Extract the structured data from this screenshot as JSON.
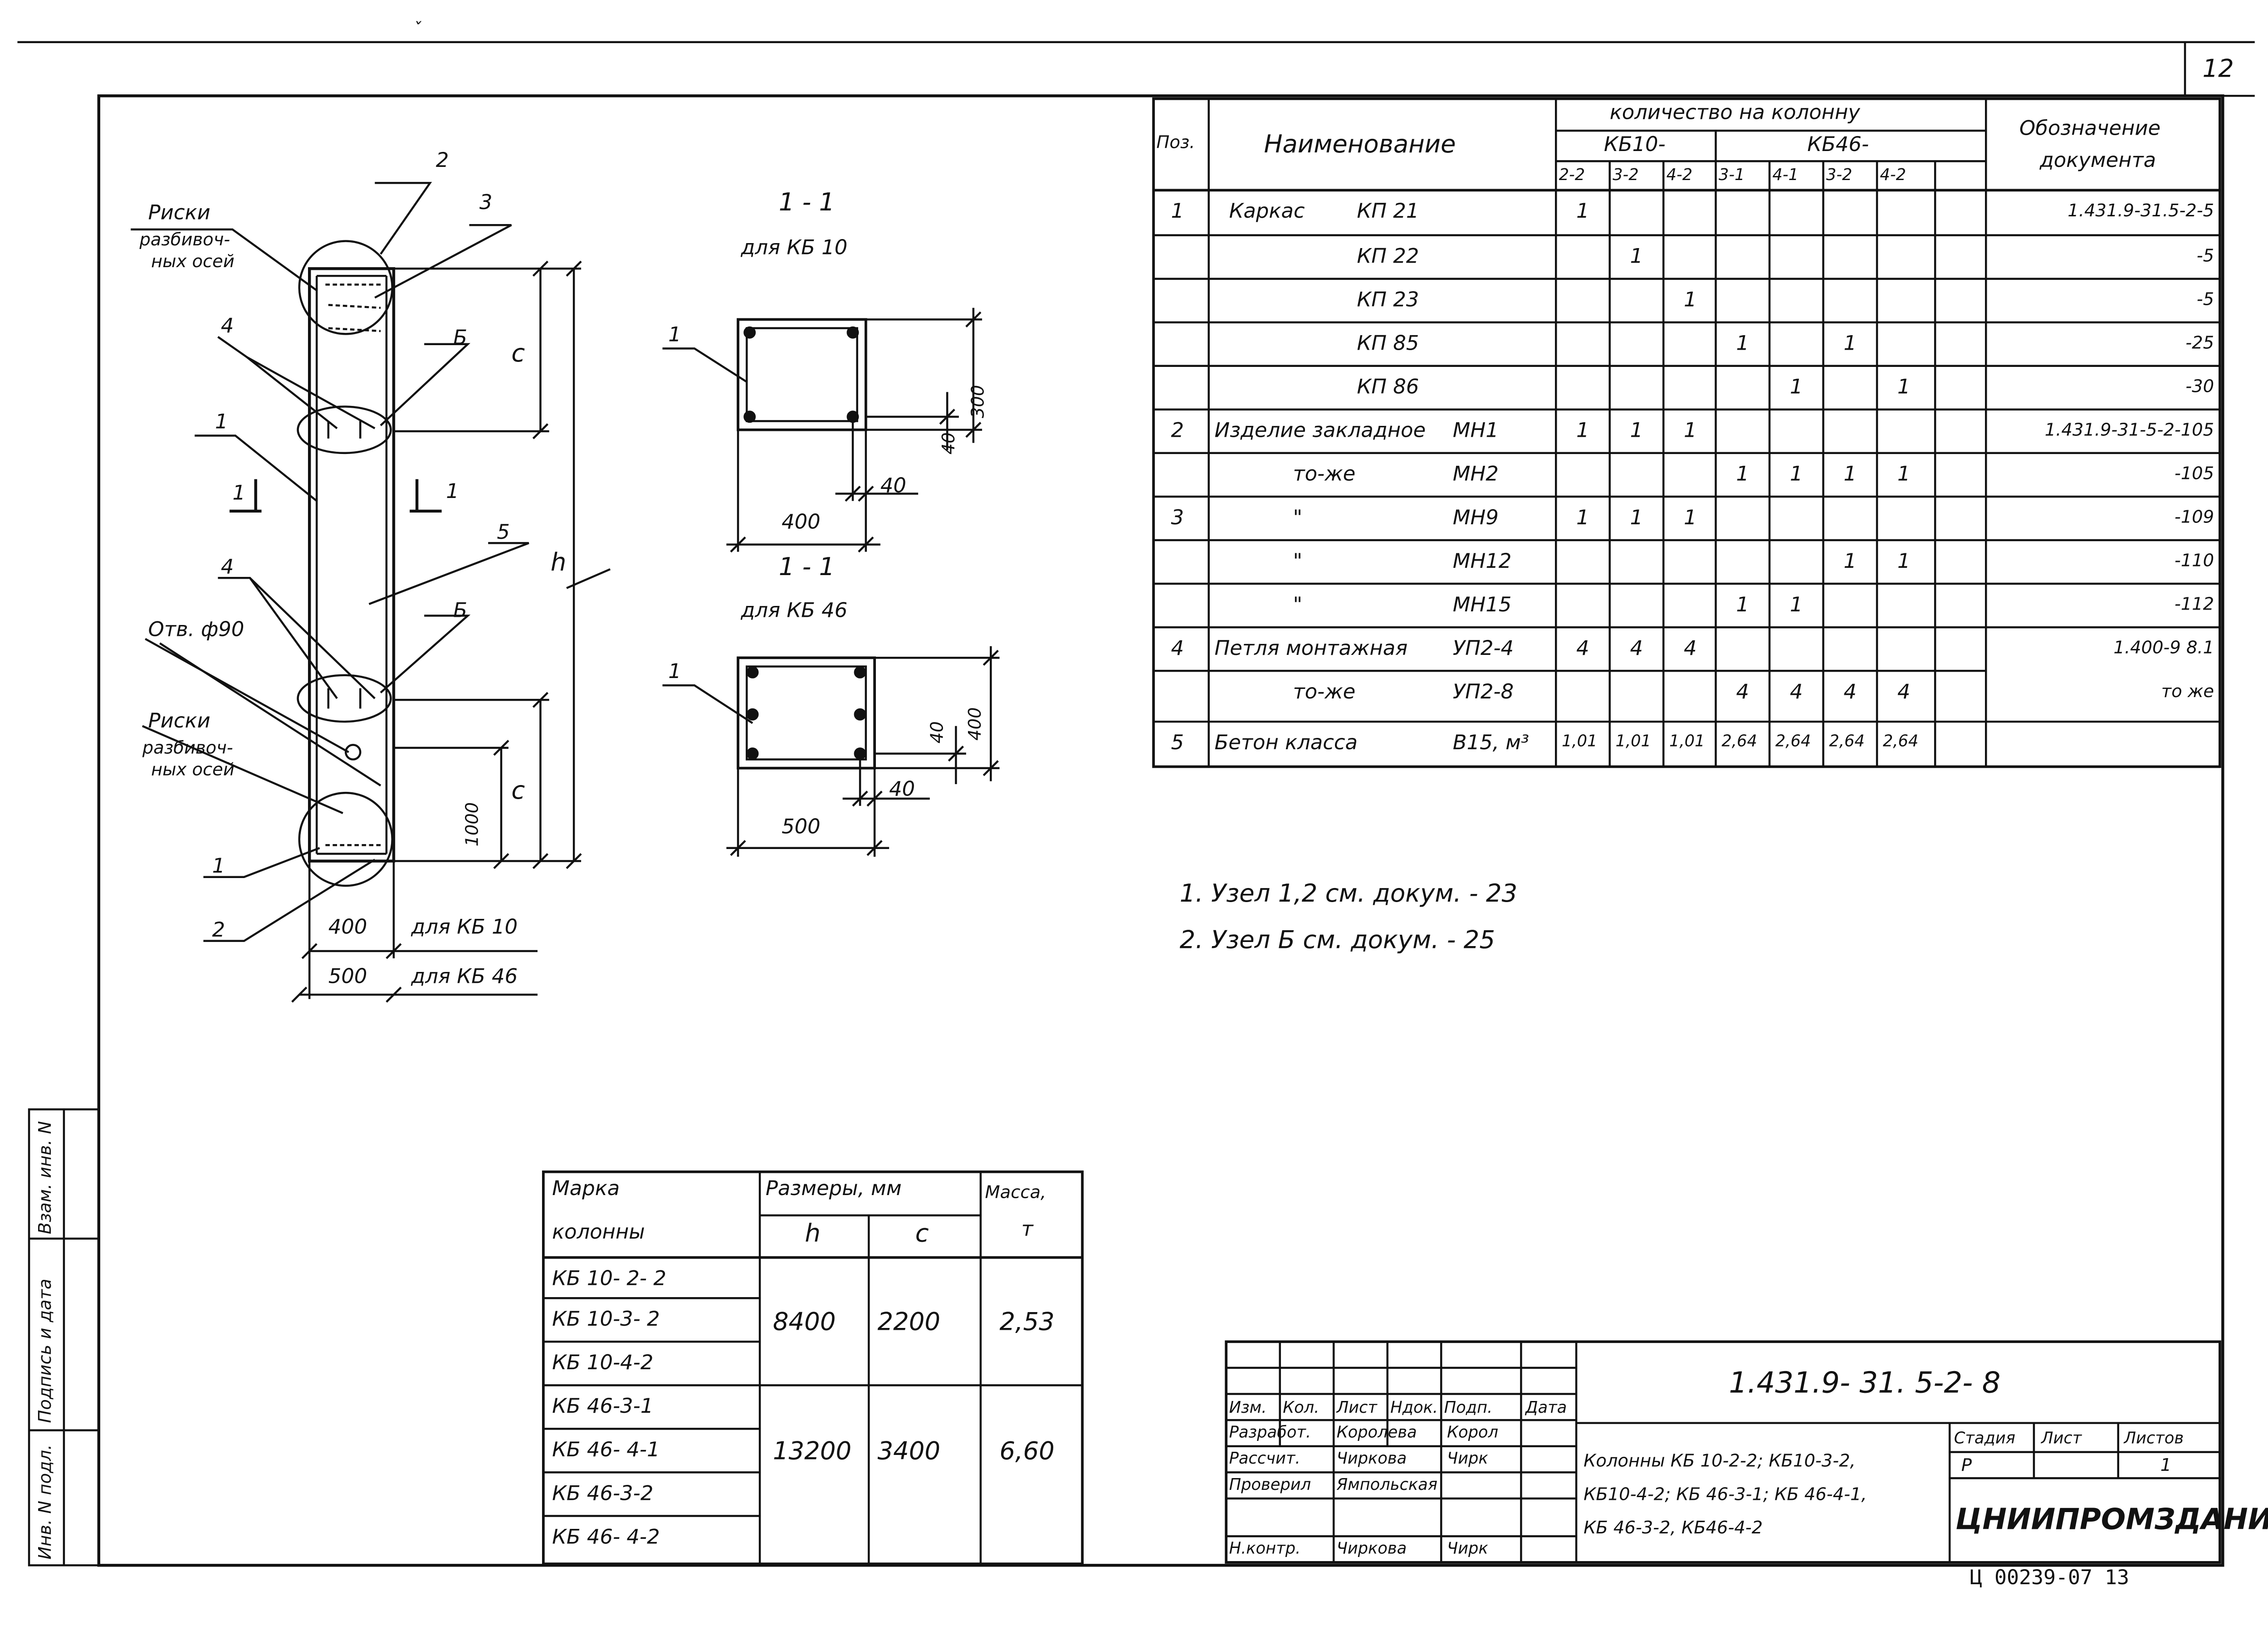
{
  "sheet_number": "12",
  "corner_mark": "ˇ",
  "drawing_labels": {
    "callout_2_top": "2",
    "callout_3": "3",
    "riski_top": "Риски разбивоч- ных осей",
    "riski_top_l1": "Риски",
    "riski_top_l2": "разбивоч-",
    "riski_top_l3": "ных осей",
    "callout_4_top": "4",
    "callout_B_top": "Б",
    "callout_1_left": "1",
    "section_mark_left": "1",
    "section_mark_right": "1",
    "callout_5": "5",
    "callout_4_mid": "4",
    "callout_B_mid": "Б",
    "hole": "Отв. ф90",
    "riski_bottom_l1": "Риски",
    "riski_bottom_l2": "разбивоч-",
    "riski_bottom_l3": "ных осей",
    "callout_1_bottom": "1",
    "callout_2_bottom": "2",
    "dim_c_top": "с",
    "dim_h": "h",
    "dim_c_bottom": "с",
    "dim_1000": "1000",
    "width_400": "400",
    "width_400_for": "для КБ 10",
    "width_500": "500",
    "width_500_for": "для КБ 46",
    "section1_title": "1 - 1",
    "section1_sub": "для КБ 10",
    "section1_callout": "1",
    "section1_dim_300": "300",
    "section1_dim_40a": "40",
    "section1_dim_40b": "40",
    "section1_dim_400": "400",
    "section2_title": "1 - 1",
    "section2_sub": "для КБ 46",
    "section2_callout": "1",
    "section2_dim_40": "40",
    "section2_dim_400": "400",
    "section2_dim_40b": "40",
    "section2_dim_500": "500"
  },
  "spec_table": {
    "header": {
      "pos": "Поз.",
      "name": "Наименование",
      "quantity": "количество на колонну",
      "group_kb10": "КБ10-",
      "group_kb46": "КБ46-",
      "kb10_cols": [
        "2-2",
        "3-2",
        "4-2"
      ],
      "kb46_cols": [
        "3-1",
        "4-1",
        "3-2",
        "4-2"
      ],
      "doc": "Обозначение документа"
    },
    "rows": [
      {
        "pos": "1",
        "name": "Каркас",
        "mark": "КП 21",
        "q": [
          "1",
          "",
          "",
          "",
          "",
          "",
          "",
          ""
        ],
        "doc": "1.431.9-31.5-2-5"
      },
      {
        "pos": "",
        "name": "",
        "mark": "КП 22",
        "q": [
          "",
          "1",
          "",
          "",
          "",
          "",
          "",
          ""
        ],
        "doc": "-5"
      },
      {
        "pos": "",
        "name": "",
        "mark": "КП 23",
        "q": [
          "",
          "",
          "1",
          "",
          "",
          "",
          "",
          ""
        ],
        "doc": "-5"
      },
      {
        "pos": "",
        "name": "",
        "mark": "КП 85",
        "q": [
          "",
          "",
          "",
          "1",
          "",
          "1",
          "",
          ""
        ],
        "doc": "-25"
      },
      {
        "pos": "",
        "name": "",
        "mark": "КП 86",
        "q": [
          "",
          "",
          "",
          "",
          "1",
          "",
          "1",
          ""
        ],
        "doc": "-30"
      },
      {
        "pos": "2",
        "name": "Изделие закладное",
        "mark": "МН1",
        "q": [
          "1",
          "1",
          "1",
          "",
          "",
          "",
          "",
          ""
        ],
        "doc": "1.431.9-31-5-2-105"
      },
      {
        "pos": "",
        "name": "то-же",
        "mark": "МН2",
        "q": [
          "",
          "",
          "",
          "1",
          "1",
          "1",
          "1",
          ""
        ],
        "doc": "-105"
      },
      {
        "pos": "3",
        "name": "\"",
        "mark": "МН9",
        "q": [
          "1",
          "1",
          "1",
          "",
          "",
          "",
          "",
          ""
        ],
        "doc": "-109"
      },
      {
        "pos": "",
        "name": "\"",
        "mark": "МН12",
        "q": [
          "",
          "",
          "",
          "",
          "",
          "1",
          "1",
          ""
        ],
        "doc": "-110"
      },
      {
        "pos": "",
        "name": "\"",
        "mark": "МН15",
        "q": [
          "",
          "",
          "",
          "1",
          "1",
          "",
          "",
          ""
        ],
        "doc": "-112"
      },
      {
        "pos": "4",
        "name": "Петля монтажная",
        "mark": "УП2-4",
        "q": [
          "4",
          "4",
          "4",
          "",
          "",
          "",
          "",
          ""
        ],
        "doc": "1.400-9  8.1"
      },
      {
        "pos": "",
        "name": "то-же",
        "mark": "УП2-8",
        "q": [
          "",
          "",
          "",
          "4",
          "4",
          "4",
          "4",
          ""
        ],
        "doc": "то же"
      },
      {
        "pos": "5",
        "name": "Бетон класса",
        "mark": "В15, м³",
        "q": [
          "1,01",
          "1,01",
          "1,01",
          "2,64",
          "2,64",
          "2,64",
          "2,64",
          ""
        ],
        "doc": ""
      }
    ]
  },
  "notes": [
    "1.  Узел  1,2 см.  докум. -  23",
    "2.  Узел  Б  см.   докум.  -  25"
  ],
  "mark_table": {
    "header": {
      "mark": "Марка колонны",
      "mark_l1": "Марка",
      "mark_l2": "колонны",
      "sizes": "Размеры,  мм",
      "h": "h",
      "c": "c",
      "mass": "Масса, т",
      "mass_l1": "Масса,",
      "mass_l2": "т"
    },
    "rows": [
      {
        "mark": "КБ 10- 2- 2"
      },
      {
        "mark": "КБ 10-3- 2"
      },
      {
        "mark": "КБ 10-4-2"
      },
      {
        "mark": "КБ 46-3-1"
      },
      {
        "mark": "КБ 46- 4-1"
      },
      {
        "mark": "КБ 46-3-2"
      },
      {
        "mark": "КБ 46- 4-2"
      }
    ],
    "groups": [
      {
        "h": "8400",
        "c": "2200",
        "mass": "2,53"
      },
      {
        "h": "13200",
        "c": "3400",
        "mass": "6,60"
      }
    ]
  },
  "title_block": {
    "designation": "1.431.9- 31. 5-2- 8",
    "change_headers": [
      "Изм.",
      "Кол.",
      "Лист",
      "Ндок.",
      "Подп.",
      "Дата"
    ],
    "roles": [
      {
        "role": "Разработ.",
        "name": "Королева",
        "sign": "Корол"
      },
      {
        "role": "Рассчит.",
        "name": "Чиркова",
        "sign": "Чирк"
      },
      {
        "role": "Проверил",
        "name": "Ямпольская",
        "sign": ""
      },
      {
        "role": "Н.контр.",
        "name": "Чиркова",
        "sign": "Чирк"
      }
    ],
    "title_l1": "Колонны КБ 10-2-2; КБ10-3-2,",
    "title_l2": "КБ10-4-2; КБ 46-3-1; КБ 46-4-1,",
    "title_l3": "КБ 46-3-2, КБ46-4-2",
    "stage_label": "Стадия",
    "sheet_label": "Лист",
    "sheets_label": "Листов",
    "stage": "Р",
    "sheet": "",
    "sheets": "1",
    "org": "ЦНИИПРОМЗДАНИЙ"
  },
  "side_margin": {
    "inv_no": "Инв. N подл.",
    "sign_date": "Подпись и дата",
    "replace": "Взам. инв. N"
  },
  "stamp": "Ц 00239-07   13"
}
